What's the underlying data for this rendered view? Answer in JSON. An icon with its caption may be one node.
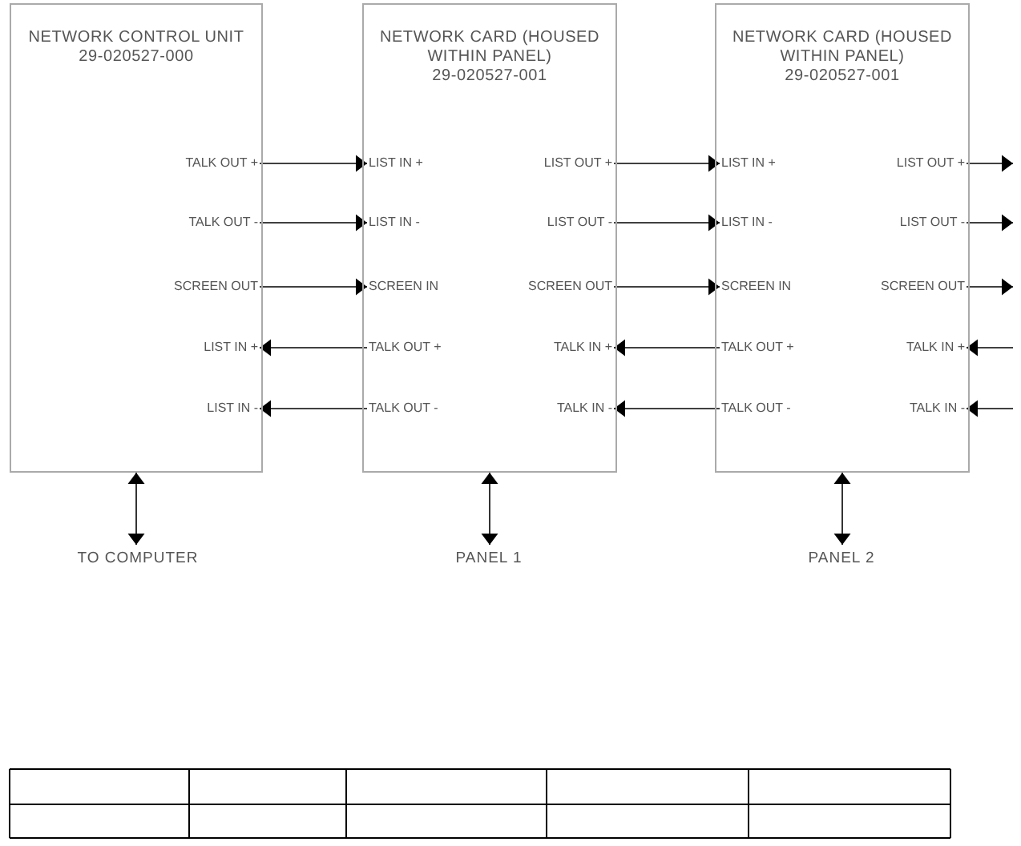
{
  "diagram": {
    "nodes": [
      {
        "text": [
          "NETWORK CONTROL UNIT",
          "29-020527-000"
        ]
      },
      {
        "text": [
          "TALK OUT +"
        ],
        "in": 0
      },
      {
        "text": [
          "TALK OUT -"
        ],
        "in": 0
      },
      {
        "text": [
          "SCREEN OUT"
        ],
        "in": 0
      },
      {
        "text": [
          "LIST IN +"
        ],
        "in": 0
      },
      {
        "text": [
          "LIST IN -"
        ],
        "in": 0
      },
      {
        "text": [
          "NETWORK CARD (HOUSED WITHIN PANEL)",
          "29-020527-001"
        ]
      },
      {
        "text": [
          "LIST IN +"
        ],
        "in": 6
      },
      {
        "text": [
          "LIST IN -"
        ],
        "in": 6
      },
      {
        "text": [
          "SCREEN IN"
        ],
        "in": 6
      },
      {
        "text": [
          "TALK OUT +"
        ],
        "in": 6
      },
      {
        "text": [
          "TALK OUT -"
        ],
        "in": 6
      },
      {
        "text": [
          "LIST OUT +"
        ],
        "in": 6
      },
      {
        "text": [
          "LIST OUT -"
        ],
        "in": 6
      },
      {
        "text": [
          "SCREEN OUT"
        ],
        "in": 6
      },
      {
        "text": [
          "TALK IN +"
        ],
        "in": 6
      },
      {
        "text": [
          "TALK IN -"
        ],
        "in": 6
      },
      {
        "text": [
          "NETWORK CARD (HOUSED WITHIN PANEL)",
          "29-020527-001"
        ]
      },
      {
        "text": [
          "LIST IN +"
        ],
        "in": 17
      },
      {
        "text": [
          "LIST IN -"
        ],
        "in": 17
      },
      {
        "text": [
          "SCREEN IN"
        ],
        "in": 17
      },
      {
        "text": [
          "TALK OUT +"
        ],
        "in": 17
      },
      {
        "text": [
          "TALK OUT -"
        ],
        "in": 17
      },
      {
        "text": [
          "LIST OUT +"
        ],
        "in": 17
      },
      {
        "text": [
          "LIST OUT -"
        ],
        "in": 17
      },
      {
        "text": [
          "SCREEN OUT"
        ],
        "in": 17
      },
      {
        "text": [
          "TALK IN +"
        ],
        "in": 17
      },
      {
        "text": [
          "TALK IN -"
        ],
        "in": 17
      },
      {
        "text": [
          "TO COMPUTER"
        ]
      },
      {
        "text": [
          "PANEL 1"
        ]
      },
      {
        "text": [
          "PANEL 2"
        ]
      }
    ],
    "edges": [
      {
        "from": 1,
        "to": 7,
        "arrow": "to"
      },
      {
        "from": 2,
        "to": 8,
        "arrow": "to"
      },
      {
        "from": 3,
        "to": 9,
        "arrow": "to"
      },
      {
        "from": 10,
        "to": 4,
        "arrow": "to"
      },
      {
        "from": 11,
        "to": 5,
        "arrow": "to"
      },
      {
        "from": 12,
        "to": 18,
        "arrow": "to"
      },
      {
        "from": 13,
        "to": 19,
        "arrow": "to"
      },
      {
        "from": 14,
        "to": 20,
        "arrow": "to"
      },
      {
        "from": 21,
        "to": 15,
        "arrow": "to"
      },
      {
        "from": 22,
        "to": 16,
        "arrow": "to"
      },
      {
        "from": 23,
        "to": null,
        "arrow": "to"
      },
      {
        "from": 24,
        "to": null,
        "arrow": "to"
      },
      {
        "from": 25,
        "to": null,
        "arrow": "to"
      },
      {
        "from": null,
        "to": 26,
        "arrow": "to"
      },
      {
        "from": null,
        "to": 27,
        "arrow": "to"
      },
      {
        "from": 0,
        "to": 28,
        "arrow": "both"
      },
      {
        "from": 6,
        "to": 29,
        "arrow": "both"
      },
      {
        "from": 17,
        "to": 30,
        "arrow": "both"
      }
    ]
  }
}
